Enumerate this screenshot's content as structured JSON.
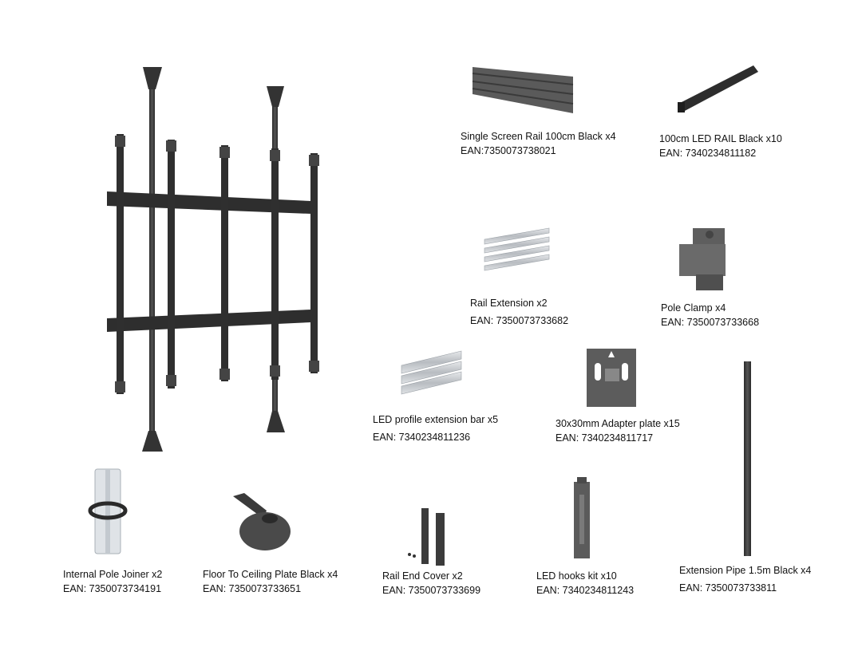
{
  "items": [
    {
      "id": "single-screen-rail",
      "title": "Single Screen Rail 100cm Black x4",
      "ean": "EAN:7350073738021"
    },
    {
      "id": "led-rail",
      "title": "100cm LED RAIL  Black x10",
      "ean": "EAN: 7340234811182"
    },
    {
      "id": "rail-extension",
      "title": "Rail Extension x2",
      "ean": "EAN: 7350073733682"
    },
    {
      "id": "pole-clamp",
      "title": "Pole Clamp x4",
      "ean": "EAN: 7350073733668"
    },
    {
      "id": "led-profile-extension-bar",
      "title": "LED profile extension bar x5",
      "ean": "EAN: 7340234811236"
    },
    {
      "id": "adapter-plate",
      "title": "30x30mm Adapter plate x15",
      "ean": "EAN: 7340234811717"
    },
    {
      "id": "internal-pole-joiner",
      "title": "Internal Pole Joiner x2",
      "ean": "EAN: 7350073734191"
    },
    {
      "id": "floor-to-ceiling-plate",
      "title": "Floor To Ceiling Plate Black x4",
      "ean": "EAN: 7350073733651"
    },
    {
      "id": "rail-end-cover",
      "title": "Rail End Cover x2",
      "ean": "EAN: 7350073733699"
    },
    {
      "id": "led-hooks-kit",
      "title": "LED hooks kit x10",
      "ean": "EAN: 7340234811243"
    },
    {
      "id": "extension-pipe",
      "title": "Extension Pipe 1.5m Black x4",
      "ean": "EAN: 7350073733811"
    }
  ],
  "colors": {
    "metal_dark": "#2b2b2b",
    "metal_mid": "#4a4a4a",
    "silver": "#c9ccd0",
    "pole": "#3c3c3c"
  }
}
